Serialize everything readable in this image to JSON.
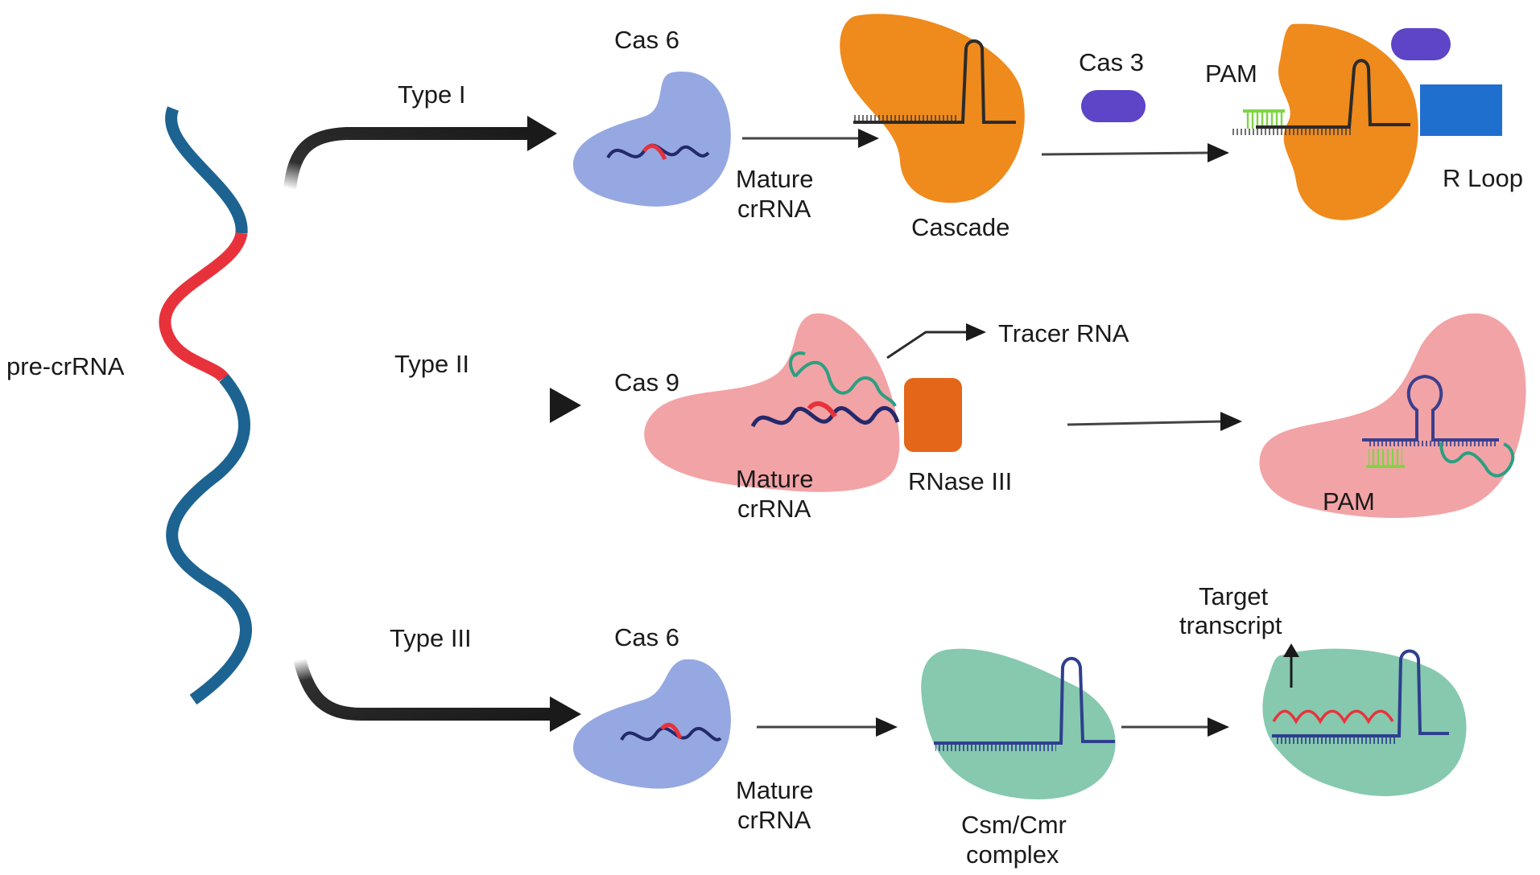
{
  "labels": {
    "pre_crrna": "pre-crRNA",
    "type_i": "Type I",
    "type_ii": "Type II",
    "type_iii": "Type III",
    "cas6_top": "Cas 6",
    "cas6_bottom": "Cas 6",
    "cas9": "Cas 9",
    "cas3": "Cas 3",
    "cascade": "Cascade",
    "pam_top": "PAM",
    "pam_mid": "PAM",
    "r_loop": "R Loop",
    "tracer_rna": "Tracer RNA",
    "rnase_iii": "RNase III",
    "target_transcript_line1": "Target",
    "target_transcript_line2": "transcript",
    "mature_top_line1": "Mature",
    "mature_top_line2": "crRNA",
    "mature_mid_line1": "Mature",
    "mature_mid_line2": "crRNA",
    "mature_bot_line1": "Mature",
    "mature_bot_line2": "crRNA",
    "csm_line1": "Csm/Cmr",
    "csm_line2": "complex"
  },
  "colors": {
    "precrrna_blue": "#1c6391",
    "precrrna_red": "#e8323b",
    "cas6_blue": "#96a8e1",
    "cascade_orange": "#ef8a1c",
    "cas3_purple": "#5e44c7",
    "rloop_blue": "#1f6fcf",
    "cas9_pink": "#f2a3a6",
    "rnase_orange": "#e46619",
    "csm_green": "#86c9ae",
    "tracer_teal": "#2b9f82",
    "rna_navy": "#24296b",
    "pam_green": "#7ed545"
  }
}
